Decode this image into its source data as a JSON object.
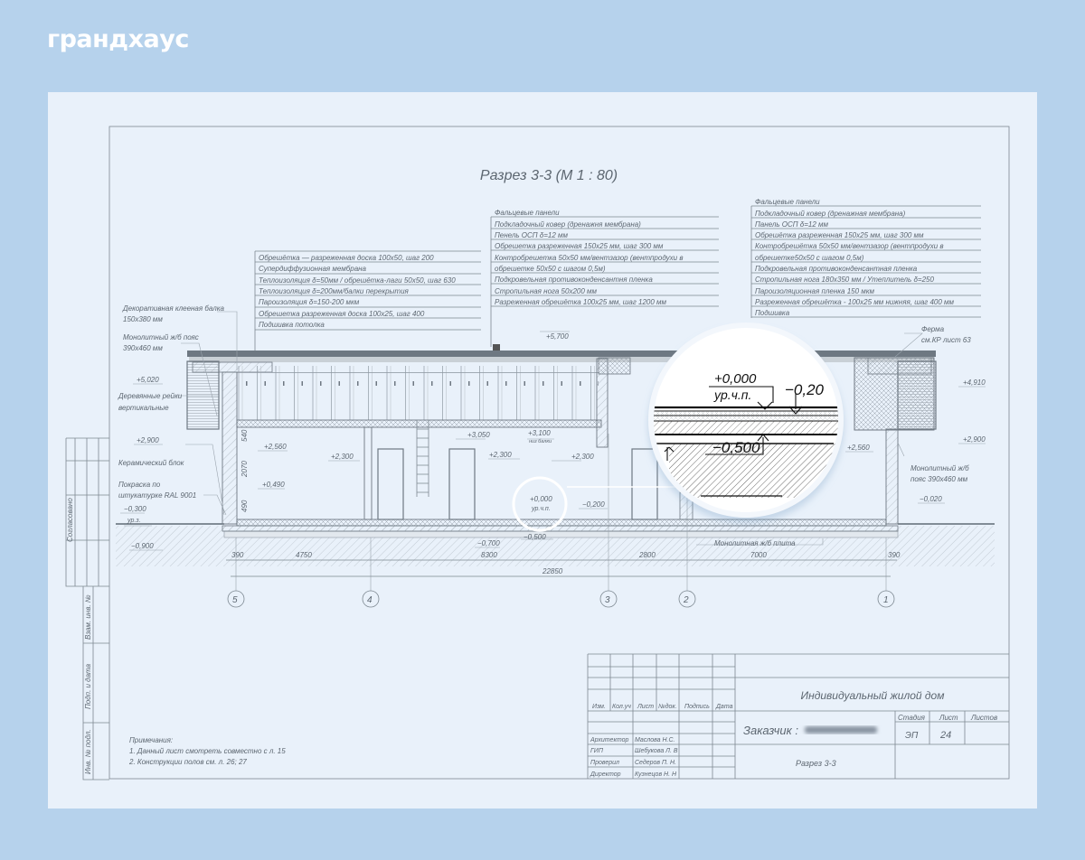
{
  "logo": "грандхаус",
  "title": "Разрез 3-3 (М 1 : 80)",
  "layers_left": [
    "Обрешётка — разреженная доска 100х50, шаг 200",
    "Супердиффузионная мембрана",
    "Теплоизоляция δ=50мм / обрешётка-лаги 50х50, шаг 630",
    "Теплоизоляция δ=200мм/балки перекрытия",
    "Пароизоляция δ=150-200 мкм",
    "Обрешетка разреженная доска 100х25, шаг 400",
    "Подшивка потолка"
  ],
  "layers_middle": [
    "Фальцевые панели",
    "Подкладочный ковер (дренажня мембрана)",
    "Пенель ОСП δ=12 мм",
    "Обрешетка разреженная 150х25 мм, шаг 300 мм",
    "Контробрешетка 50х50 мм/вентзазор (вентпродухи в",
    "обрешетке 50х50 с шагом 0,5м)",
    "Подкровельная противоконденсантня пленка",
    "Стропильная нога 50х200 мм",
    "Разреженная обрешётка 100х25 мм, шаг 1200 мм"
  ],
  "layers_right": [
    "Фальцевые панели",
    "Подкладочный ковер (дренажная мембрана)",
    "Панель ОСП δ=12 мм",
    "Обрешётка разреженная 150х25 мм, шаг 300 мм",
    "Контробрешётка 50х50 мм/вентзазор (вентпродухи в",
    "обрешетке50х50 с шагом 0,5м)",
    "Подкровельная противоконденсантная пленка",
    "Стропильная нога 180х350 мм / Утеплитель δ=250",
    "Пароизоляционная пленка 150 мкм",
    "Разреженная обрешётка - 100х25 мм нижняя, шаг 400 мм",
    "Подшивка"
  ],
  "callouts": {
    "beam_1": "Декоративная клееная балка",
    "beam_2": "150х380 мм",
    "belt_1": "Монолитный ж/б пояс",
    "belt_2": "390х460 мм",
    "slats_1": "Деревянные рейки",
    "slats_2": "вертикальные",
    "block": "Керамический блок",
    "paint_1": "Покраска по",
    "paint_2": "штукатурке RAL 9001",
    "truss_1": "Ферма",
    "truss_2": "см.КР лист 63",
    "belt_r1": "Монолитный ж/б",
    "belt_r2": "пояс 390х460 мм",
    "slab": "Монолитная ж/б плита"
  },
  "elevations": {
    "e5020": "+5,020",
    "e2900l": "+2,900",
    "e2560l": "+2,560",
    "e0490": "+0,490",
    "e0300": "−0,300",
    "urz": "ур.з.",
    "e0900": "−0,900",
    "e2300a": "+2,300",
    "e2300b": "+2,300",
    "e2300c": "+2,300",
    "e3050": "+3,050",
    "e3100": "+3,100",
    "beam_bottom": "низ балки",
    "e5700": "+5,700",
    "e0000": "+0,000",
    "urchp": "ур.ч.п.",
    "e0200": "−0,200",
    "e0700": "−0,700",
    "e0500": "−0,500",
    "e2560r": "+2,560",
    "e4910": "+4,910",
    "e2900r": "+2,900",
    "e0020": "−0,020"
  },
  "vertical_dims": [
    "540",
    "2070",
    "490"
  ],
  "magnifier": {
    "top": "+0,000",
    "level": "ур.ч.п.",
    "right": "−0,20",
    "bottom": "−0,500"
  },
  "dims": [
    "390",
    "4750",
    "8300",
    "2800",
    "7000",
    "390"
  ],
  "total_dim": "22850",
  "axes": [
    "5",
    "4",
    "3",
    "2",
    "1"
  ],
  "side_stamp": {
    "agreed": "Согласовано",
    "replace": "Взам. инв. №",
    "sign_date": "Подп. и дата",
    "inv": "Инв. № подл."
  },
  "notes": {
    "title": "Примечания:",
    "items": [
      "1. Данный лист смотреть совместно с л. 15",
      "2. Конструкции полов см. л. 26; 27"
    ]
  },
  "title_block": {
    "headers": [
      "Изм.",
      "Кол.уч",
      "Лист",
      "№док.",
      "Подпись",
      "Дата"
    ],
    "people": [
      {
        "role": "Архитектор",
        "name": "Маслова Н.С."
      },
      {
        "role": "ГИП",
        "name": "Шебукова Л. В"
      },
      {
        "role": "Проверил",
        "name": "Седеров П. Н."
      },
      {
        "role": "Директор",
        "name": "Кузнецов Н. Н"
      }
    ],
    "project": "Индивидуальный жилой дом",
    "customer_label": "Заказчик :",
    "stage_label": "Стадия",
    "sheet_label": "Лист",
    "sheets_label": "Листов",
    "stage": "ЭП",
    "sheet": "24",
    "sheet_name": "Разрез 3-3"
  }
}
